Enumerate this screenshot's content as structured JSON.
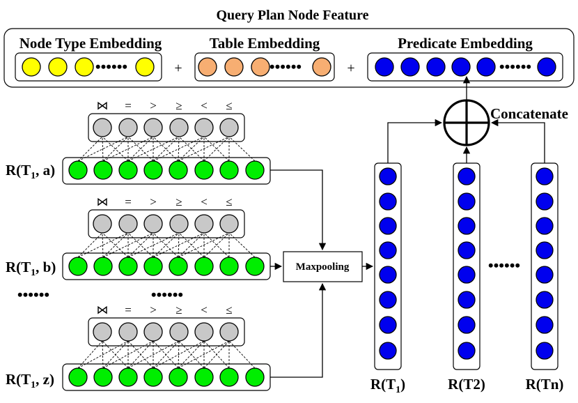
{
  "title": "Query Plan Node Feature",
  "embeddings": {
    "node_type": {
      "title": "Node Type Embedding",
      "color": "#ffff00",
      "dots": "••••••"
    },
    "table": {
      "title": "Table Embedding",
      "color": "#f7ae72",
      "dots": "••••••"
    },
    "predicate": {
      "title": "Predicate Embedding",
      "color": "#0000ee",
      "dots": "••••••"
    },
    "plus": "+"
  },
  "operators": [
    "⋈",
    "=",
    ">",
    "≥",
    "<",
    "≤"
  ],
  "operator_color": "#c8c8c8",
  "value_color": "#00ee00",
  "column_color": "#0000ee",
  "predicates": {
    "a": {
      "label": "R(T",
      "sub": "1",
      "suffix": ", a)"
    },
    "b": {
      "label": "R(T",
      "sub": "1",
      "suffix": ", b)"
    },
    "z": {
      "label": "R(T",
      "sub": "1",
      "suffix": ", z)"
    }
  },
  "left_dots": "••••••",
  "middle_dots": "••••••",
  "maxpooling": "Maxpooling",
  "concatenate": "Concatenate",
  "columns": {
    "t1": {
      "label": "R(T",
      "sub": "1",
      "suffix": ")"
    },
    "t2": {
      "label": "R(T2)"
    },
    "tn": {
      "label": "R(Tn)"
    },
    "dots": "••••••"
  }
}
